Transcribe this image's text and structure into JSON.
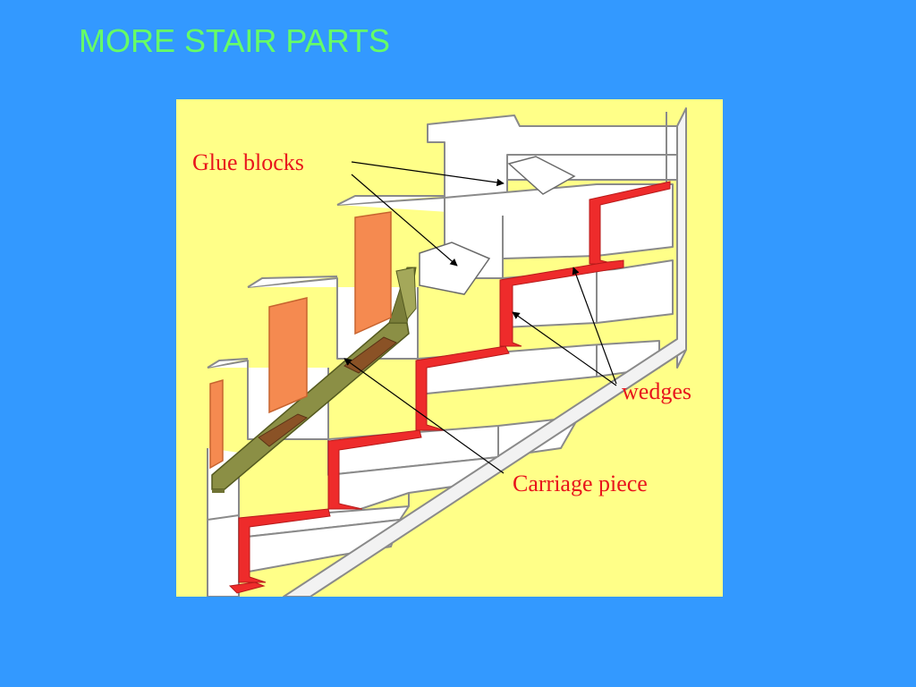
{
  "slide": {
    "title": "MORE STAIR PARTS"
  },
  "colors": {
    "background": "#3399ff",
    "title": "#66ff66",
    "panel": "#ffff88",
    "label": "#e8141c",
    "wedge": "#ee2b2b",
    "carriage": "#8b8f45",
    "riser_block": "#f58a50",
    "glue_block": "#8a5226",
    "line": "#000000",
    "stair_outline": "#8a8a8a",
    "stair_fill": "#ffffff"
  },
  "diagram": {
    "labels": {
      "glue_blocks": "Glue blocks",
      "wedges": "wedges",
      "carriage_piece": "Carriage piece"
    }
  }
}
